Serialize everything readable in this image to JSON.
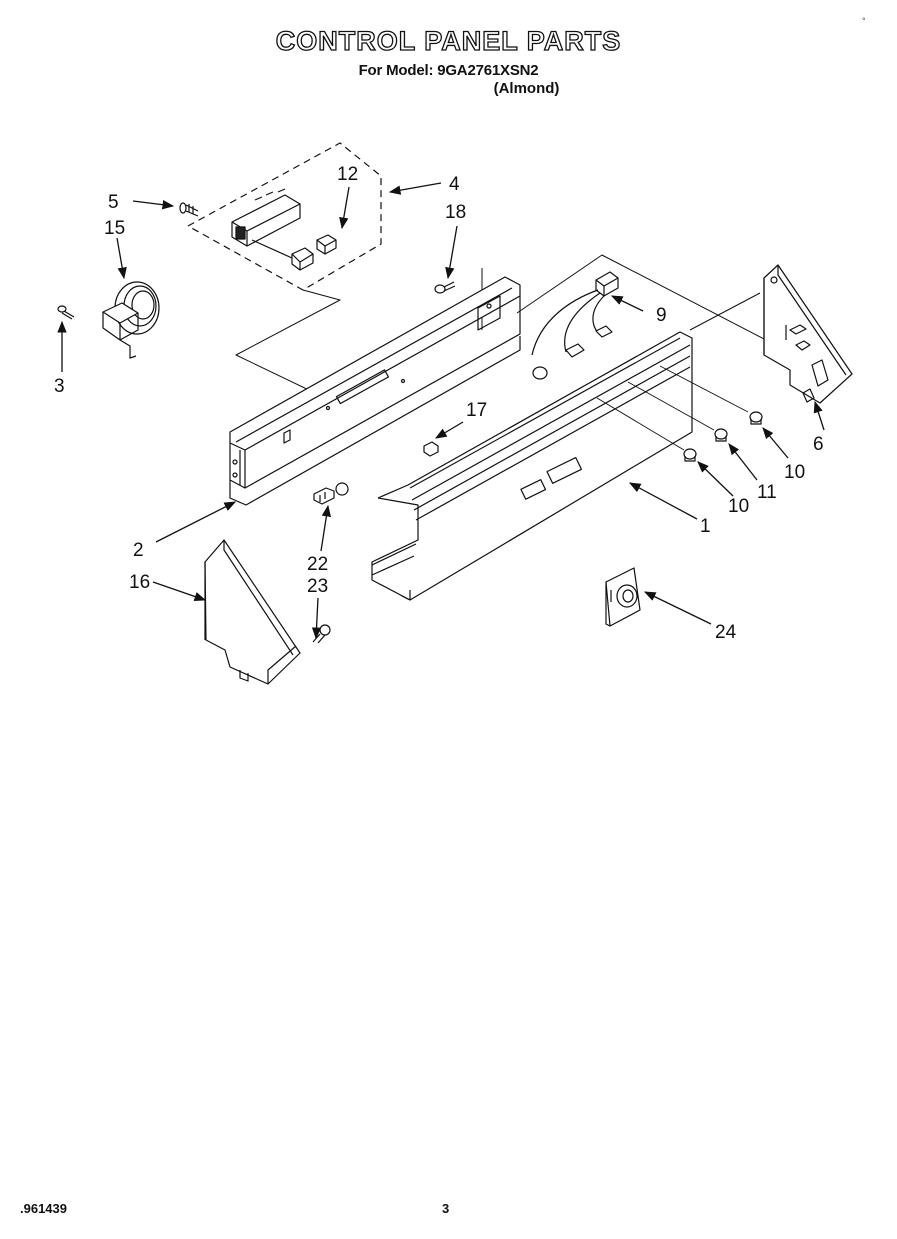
{
  "header": {
    "title": "CONTROL PANEL PARTS",
    "model_line": "For Model: 9GA2761XSN2",
    "color_line": "(Almond)"
  },
  "footer": {
    "doc_number": ".961439",
    "page_number": "3"
  },
  "corner_mark": "°",
  "callouts": [
    {
      "id": "c1",
      "label": "1"
    },
    {
      "id": "c2",
      "label": "2"
    },
    {
      "id": "c3",
      "label": "3"
    },
    {
      "id": "c4",
      "label": "4"
    },
    {
      "id": "c5",
      "label": "5"
    },
    {
      "id": "c6",
      "label": "6"
    },
    {
      "id": "c9",
      "label": "9"
    },
    {
      "id": "c10a",
      "label": "10"
    },
    {
      "id": "c10b",
      "label": "10"
    },
    {
      "id": "c11",
      "label": "11"
    },
    {
      "id": "c12",
      "label": "12"
    },
    {
      "id": "c15",
      "label": "15"
    },
    {
      "id": "c16",
      "label": "16"
    },
    {
      "id": "c17",
      "label": "17"
    },
    {
      "id": "c18",
      "label": "18"
    },
    {
      "id": "c22",
      "label": "22"
    },
    {
      "id": "c23",
      "label": "23"
    },
    {
      "id": "c24",
      "label": "24"
    }
  ]
}
